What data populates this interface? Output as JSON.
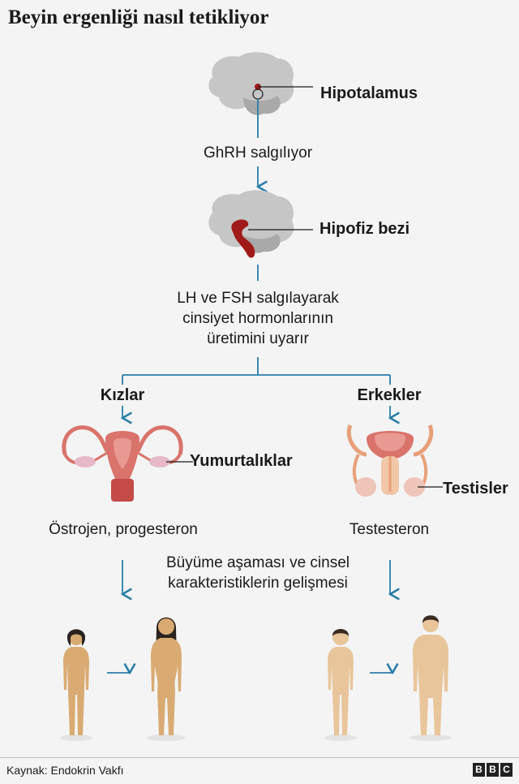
{
  "title": "Beyin ergenliği nasıl tetikliyor",
  "labels": {
    "hypothalamus": "Hipotalamus",
    "ghrh": "GhRH salgılıyor",
    "pituitary": "Hipofiz bezi",
    "lh_fsh_line1": "LH ve FSH salgılayarak",
    "lh_fsh_line2": "cinsiyet hormonlarının",
    "lh_fsh_line3": "üretimini uyarır",
    "girls": "Kızlar",
    "boys": "Erkekler",
    "ovaries": "Yumurtalıklar",
    "testes": "Testisler",
    "female_hormones": "Östrojen, progesteron",
    "male_hormones": "Testesteron",
    "development_line1": "Büyüme aşaması ve cinsel",
    "development_line2": "karakteristiklerin gelişmesi"
  },
  "footer": {
    "source": "Kaynak: Endokrin Vakfı",
    "logo_letters": [
      "B",
      "B",
      "C"
    ]
  },
  "colors": {
    "arrow": "#2a7ea8",
    "brain": "#c8c8c8",
    "gland": "#a01a1a",
    "female_skin": "#d9ab72",
    "male_skin": "#e8c59a"
  }
}
